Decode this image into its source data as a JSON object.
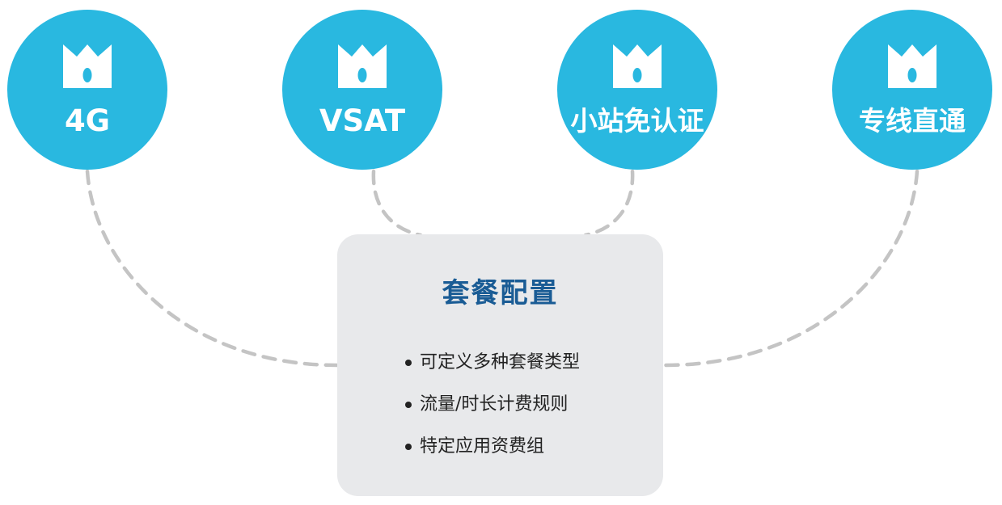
{
  "colors": {
    "node_fill": "#29b8e0",
    "node_text": "#ffffff",
    "connector": "#c4c4c4",
    "card_fill": "#e8e9eb",
    "card_title": "#1a5c95",
    "feature_text": "#222222"
  },
  "nodes": [
    {
      "label": "4G",
      "icon": "crown-icon"
    },
    {
      "label": "VSAT",
      "icon": "crown-icon"
    },
    {
      "label": "小站免认证",
      "icon": "crown-icon"
    },
    {
      "label": "专线直通",
      "icon": "crown-icon"
    }
  ],
  "card": {
    "title": "套餐配置",
    "features": [
      "可定义多种套餐类型",
      "流量/时长计费规则",
      "特定应用资费组"
    ]
  }
}
